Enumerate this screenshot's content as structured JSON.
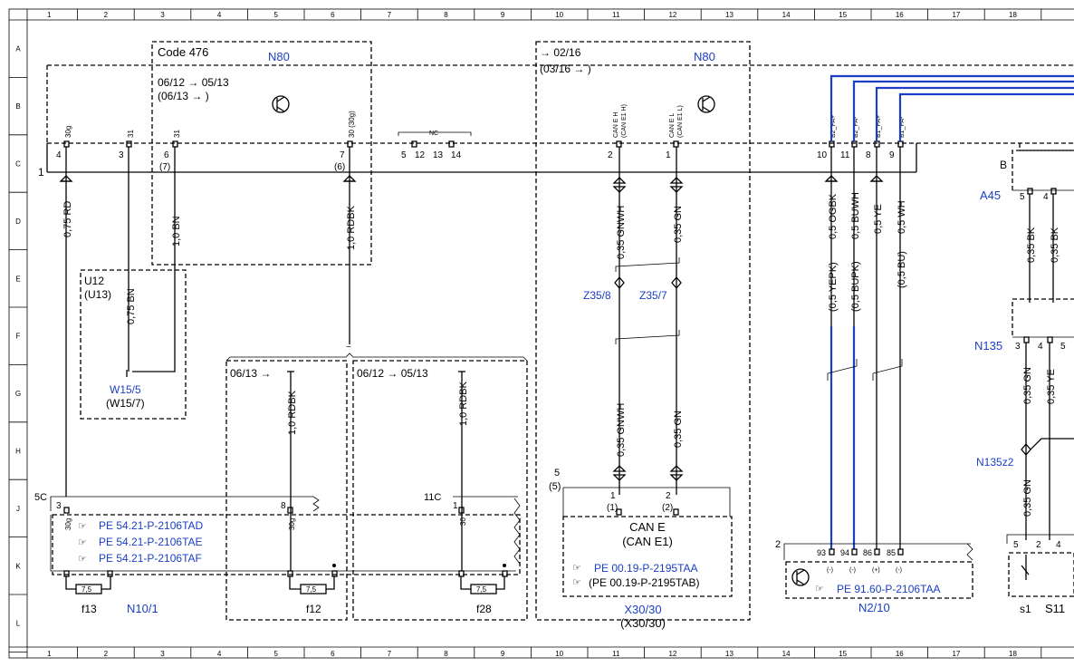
{
  "colors": {
    "ink": "#000000",
    "link": "#1a3fc4",
    "background": "#ffffff"
  },
  "grid": {
    "columns": [
      "1",
      "2",
      "3",
      "4",
      "5",
      "6",
      "7",
      "8",
      "9",
      "10",
      "11",
      "12",
      "13",
      "14",
      "15",
      "16",
      "17",
      "18"
    ],
    "rows": [
      "A",
      "B",
      "C",
      "D",
      "E",
      "F",
      "G",
      "H",
      "J",
      "K",
      "L"
    ]
  },
  "n80_left": {
    "code": "Code 476",
    "name": "N80",
    "date1": "06/12 → 05/13",
    "date2": "(06/13 → )"
  },
  "n80_right": {
    "name": "N80",
    "date1": "→ 02/16",
    "date2": "(03/16 → )"
  },
  "bus_label": "1",
  "pins": {
    "p30g": {
      "num": "4",
      "name": "30g"
    },
    "p31a": {
      "num": "3",
      "name": "31"
    },
    "p31b": {
      "num": "6",
      "sub": "(7)",
      "name": "31"
    },
    "p30": {
      "num": "7",
      "sub": "(6)",
      "name": "30 (30g)"
    },
    "nc": {
      "label": "NC",
      "nums": [
        "5",
        "12",
        "13",
        "14"
      ]
    },
    "canh": {
      "num": "2",
      "name": "CAN E H",
      "alt": "(CAN E1 H)"
    },
    "canl": {
      "num": "1",
      "name": "CAN E L",
      "alt": "(CAN E1 L)"
    },
    "b2fa_plus": {
      "num": "10",
      "name": "B2_FA+"
    },
    "b2fa_minus": {
      "num": "11",
      "name": "B2_FA-"
    },
    "b1fa_plus": {
      "num": "8",
      "name": "B1_FA+"
    },
    "b1fa_minus": {
      "num": "9",
      "name": "B1_FA-"
    }
  },
  "wires": {
    "rd": "0,75 RD",
    "bn": "1,0 BN",
    "rdbk": "1,0 RDBK",
    "bn075": "0,75 BN",
    "gnwh1": "0,35 GNWH",
    "gn1": "0,35 GN",
    "gnwh2": "0,35 GNWH",
    "gn2": "0,35 GN",
    "rdbk2": "1,0 RDBK",
    "rdbk3": "1,0 RDBK",
    "ogbk": "0,5 OGBK",
    "buwh": "0,5 BUWH",
    "ye": "0,5 YE",
    "wh": "0,5 WH",
    "yepk": "(0,5 YEPK)",
    "bupk": "(0,5 BUPK)",
    "bu": "(0,5 BU)",
    "bk1": "0,35 BK",
    "bk2": "0,35 BK",
    "gn3": "0,35 GN",
    "ye2": "0,35 YE",
    "gn4": "0,35 GN"
  },
  "u12": {
    "name": "U12",
    "alt": "(U13)"
  },
  "w15": {
    "name": "W15/5",
    "alt": "(W15/7)"
  },
  "z35": {
    "a": "Z35/8",
    "b": "Z35/7"
  },
  "fuse_panel": {
    "group_a": "06/13 →",
    "group_b": "06/12 → 05/13",
    "pin5c": "5C",
    "pin11c": "11C",
    "pin3": "3",
    "pin8": "8",
    "pin1": "1",
    "t30g": "30g",
    "t30g2": "30g",
    "t30": "30",
    "refs": [
      "PE 54.21-P-2106TAD",
      "PE 54.21-P-2106TAE",
      "PE 54.21-P-2106TAF"
    ],
    "name": "N10/1",
    "fuses": [
      {
        "id": "f13",
        "rating": "7,5"
      },
      {
        "id": "f12",
        "rating": "7,5"
      },
      {
        "id": "f28",
        "rating": "7,5"
      }
    ]
  },
  "x30": {
    "pin_a": "5",
    "pin_a_alt": "(5)",
    "p1": "1",
    "p1alt": "(1)",
    "p2": "2",
    "p2alt": "(2)",
    "title": "CAN E",
    "title_alt": "(CAN E1)",
    "ref1": "PE 00.19-P-2195TAA",
    "ref2": "(PE 00.19-P-2195TAB)",
    "name": "X30/30",
    "name_alt": "(X30/30)"
  },
  "n2": {
    "pin": "2",
    "pins": [
      "93",
      "94",
      "86",
      "85"
    ],
    "signs": [
      "(-)",
      "(-)",
      "(+)",
      "(-)"
    ],
    "ref": "PE 91.60-P-2106TAA",
    "name": "N2/10"
  },
  "right": {
    "b": "B",
    "a45": "A45",
    "a45pins": [
      "5",
      "4"
    ],
    "n135": "N135",
    "n135pins": [
      "3",
      "4",
      "5"
    ],
    "n135z2": "N135z2",
    "s_pins": [
      "5",
      "2",
      "4"
    ],
    "s1": "s1",
    "s11": "S11"
  }
}
